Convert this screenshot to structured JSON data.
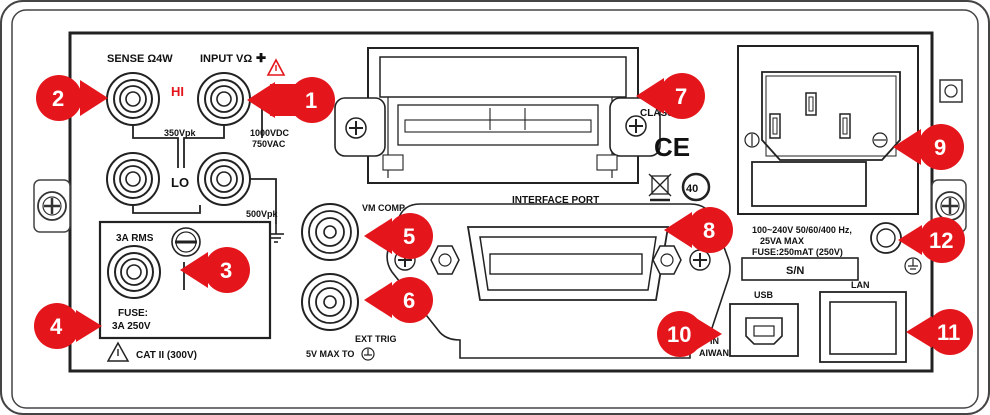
{
  "colors": {
    "callout": "#e4161c",
    "panel_stroke": "#333333",
    "hi_text": "#e4161c"
  },
  "labels": {
    "sense": "SENSE Ω4W",
    "input": "INPUT VΩ",
    "hi": "HI",
    "lo": "LO",
    "v350": "350Vpk",
    "v1000": "1000VDC",
    "v750": "750VAC",
    "v500": "500Vpk",
    "rms": "3A RMS",
    "fuse1": "FUSE:",
    "fuse2": "3A 250V",
    "cat": "CAT II (300V)",
    "vmcomp": "VM COMP",
    "exttrig": "EXT TRIG",
    "vmax": "5V MAX TO",
    "interface": "INTERFACE PORT",
    "classa": "CLASS A",
    "ce": "CE",
    "forty": "40",
    "power1": "100~240V 50/60/400 Hz,",
    "power2": "25VA MAX",
    "power3": "FUSE:250mAT (250V)",
    "sn": "S/N",
    "usb": "USB",
    "lan": "LAN",
    "madein1": "IN",
    "madein2": "AIWAN"
  },
  "callouts": [
    "1",
    "2",
    "3",
    "4",
    "5",
    "6",
    "7",
    "8",
    "9",
    "10",
    "11",
    "12"
  ]
}
